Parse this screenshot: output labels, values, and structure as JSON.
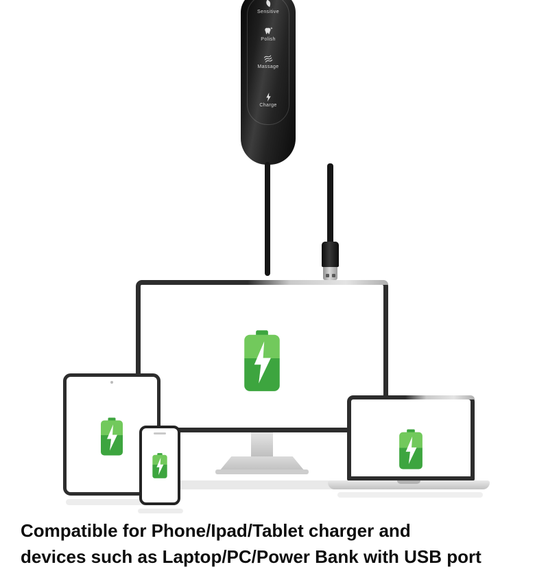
{
  "colors": {
    "battery_green_light": "#72c95c",
    "battery_green_dark": "#3da53f",
    "device_stroke": "#2d2d2d",
    "shadow_gray": "#e9e9e9",
    "caption_text": "#0d0d0d"
  },
  "toothbrush": {
    "modes": [
      {
        "label": "Sensitive",
        "icon": "leaf-icon"
      },
      {
        "label": "Polish",
        "icon": "tooth-icon"
      },
      {
        "label": "Massage",
        "icon": "waves-icon"
      },
      {
        "label": "Charge",
        "icon": "lightning-icon"
      }
    ]
  },
  "icons": {
    "battery": "battery-charging-icon",
    "usb": "usb-plug-icon",
    "devices": [
      "desktop-monitor",
      "tablet",
      "smartphone",
      "laptop"
    ]
  },
  "caption": {
    "line1": "Compatible for Phone/Ipad/Tablet charger and",
    "line2": "devices such as Laptop/PC/Power Bank with USB port"
  }
}
